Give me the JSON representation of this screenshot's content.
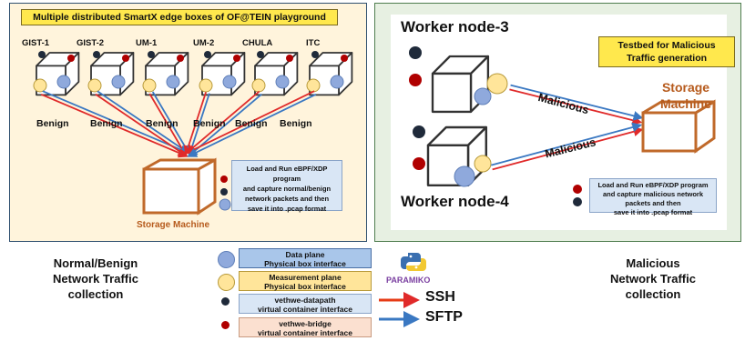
{
  "left_panel": {
    "title": "Multiple distributed SmartX edge boxes of OF@TEIN playground",
    "nodes": [
      "GIST-1",
      "GIST-2",
      "UM-1",
      "UM-2",
      "CHULA",
      "ITC"
    ],
    "benign_label": "Benign",
    "storage_label": "Storage Machine",
    "note_lines": [
      "Load and Run eBPF/XDP program",
      "and capture normal/benign",
      "network packets and then",
      "save it into .pcap format"
    ]
  },
  "right_panel": {
    "title_lines": [
      "Testbed for Malicious",
      "Traffic generation"
    ],
    "worker_top": "Worker node-3",
    "worker_bottom": "Worker node-4",
    "malicious_label": "Malicious",
    "storage_lines": [
      "Storage",
      "Machine"
    ],
    "note_lines": [
      "Load and Run eBPF/XDP program",
      "and capture malicious network",
      "packets and  then",
      "save it into .pcap format"
    ]
  },
  "bottom": {
    "left_caption": [
      "Normal/Benign",
      "Network Traffic",
      "collection"
    ],
    "right_caption": [
      "Malicious",
      "Network Traffic",
      "collection"
    ],
    "legend": [
      {
        "lines": [
          "Data plane",
          "Physical box interface"
        ],
        "dot_color": "#8fa9dc",
        "box_color": "#a9c6ea"
      },
      {
        "lines": [
          "Measurement plane",
          "Physical box interface"
        ],
        "dot_color": "#ffe59a",
        "box_color": "#ffe59a"
      },
      {
        "lines": [
          "vethwe-datapath",
          "virtual container interface"
        ],
        "dot_color": "#1f2a3a",
        "box_color": "#d9e6f5"
      },
      {
        "lines": [
          "vethwe-bridge",
          "virtual container interface"
        ],
        "dot_color": "#b00000",
        "box_color": "#fbe0d0"
      }
    ],
    "paramiko_label": "PARAMIKO",
    "protocols": [
      {
        "label": "SSH",
        "color": "#e63b16"
      },
      {
        "label": "SFTP",
        "color": "#3a78c2"
      }
    ]
  },
  "colors": {
    "red": "#e02a2a",
    "blue": "#3a78c2",
    "cube_stroke": "#333333",
    "storage": "#c0692a",
    "dot_blue": "#8fa9dc",
    "dot_yellow": "#ffe59a",
    "dot_black": "#1f2a3a",
    "dot_red": "#b00000"
  }
}
